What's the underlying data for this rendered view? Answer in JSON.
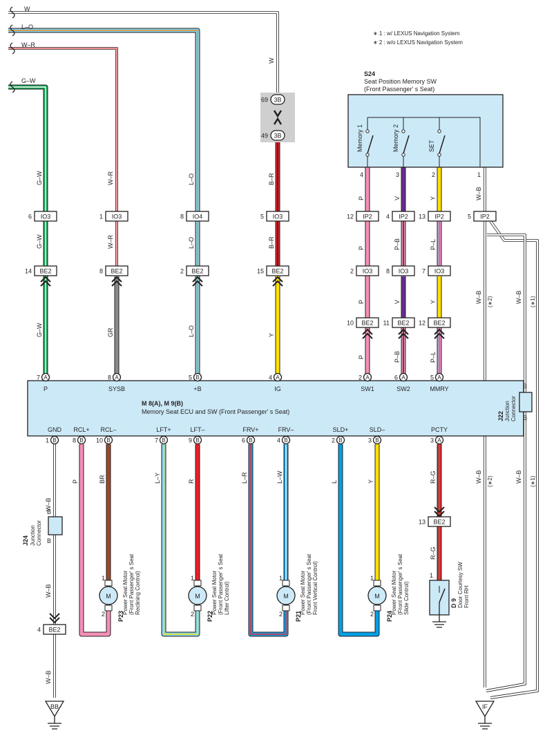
{
  "notes": [
    "∗ 1 : w/ LEXUS Navigation System",
    "∗ 2 : w/o LEXUS Navigation System"
  ],
  "colors": {
    "W": "#ffffff",
    "L-O": "#7fd3f2",
    "W-R": "#ffffff",
    "G-W": "#1aa65a",
    "GR": "#8c8c8c",
    "Y": "#ffe100",
    "P": "#f48fb9",
    "V": "#6a2c8f",
    "B-R": "#231f20",
    "W-B": "#ffffff",
    "BR": "#9b4a2b",
    "L-Y": "#7fd3f2",
    "R": "#e8202a",
    "L-R": "#1da1e8",
    "L-W": "#1da1e8",
    "L": "#00a0e6",
    "R-G": "#e8202a",
    "P-L": "#f48fb9",
    "P-B": "#f48fb9",
    "box_fill": "#cce9f7",
    "splice_fill": "#cfcfcf"
  },
  "ecu": {
    "code": "M 8(A), M 9(B)",
    "name": "Memory Seat ECU and SW (Front Passenger' s Seat)",
    "top_terms": [
      {
        "pin": "7",
        "conn": "A",
        "label": "P"
      },
      {
        "pin": "8",
        "conn": "A",
        "label": "SYSB"
      },
      {
        "pin": "5",
        "conn": "B",
        "label": "+B"
      },
      {
        "pin": "4",
        "conn": "A",
        "label": "IG"
      },
      {
        "pin": "2",
        "conn": "A",
        "label": "SW1"
      },
      {
        "pin": "6",
        "conn": "A",
        "label": "SW2"
      },
      {
        "pin": "5",
        "conn": "A",
        "label": "MMRY"
      }
    ],
    "bottom_terms": [
      {
        "pin": "1",
        "conn": "B",
        "label": "GND"
      },
      {
        "pin": "8",
        "conn": "B",
        "label": "RCL+"
      },
      {
        "pin": "10",
        "conn": "B",
        "label": "RCL–"
      },
      {
        "pin": "7",
        "conn": "B",
        "label": "LFT+"
      },
      {
        "pin": "9",
        "conn": "B",
        "label": "LFT–"
      },
      {
        "pin": "6",
        "conn": "B",
        "label": "FRV+"
      },
      {
        "pin": "4",
        "conn": "B",
        "label": "FRV–"
      },
      {
        "pin": "2",
        "conn": "B",
        "label": "SLD+"
      },
      {
        "pin": "3",
        "conn": "B",
        "label": "SLD–"
      },
      {
        "pin": "3",
        "conn": "A",
        "label": "PCTY"
      }
    ]
  },
  "s24": {
    "code": "S24",
    "name": "Seat Position Memory SW",
    "sub": "(Front Passenger' s Seat)",
    "switches": [
      "Memory 1",
      "Memory 2",
      "SET"
    ],
    "pins": [
      "4",
      "3",
      "2",
      "1"
    ]
  },
  "splice": {
    "top_pin": "69",
    "bottom_pin": "49",
    "conn": "3B"
  },
  "top_wires": [
    "W",
    "L–O",
    "W–R",
    "G–W"
  ],
  "wire_codes": {
    "gw": "G–W",
    "wr": "W–R",
    "lo": "L–O",
    "w": "W",
    "br": "B–R",
    "gr": "GR",
    "y": "Y",
    "p": "P",
    "v": "V",
    "pb": "P–B",
    "pl": "P–L",
    "wb": "W–B",
    "brn": "BR",
    "ly": "L–Y",
    "r": "R",
    "lr": "L–R",
    "lw": "L–W",
    "l": "L",
    "rg": "R–G"
  },
  "io3_row": [
    {
      "pin": "6",
      "conn": "IO3"
    },
    {
      "pin": "1",
      "conn": "IO3"
    },
    {
      "pin": "8",
      "conn": "IO4"
    },
    {
      "pin": "5",
      "conn": "IO3"
    },
    {
      "pin": "12",
      "conn": "IP2"
    },
    {
      "pin": "4",
      "conn": "IP2"
    },
    {
      "pin": "13",
      "conn": "IP2"
    },
    {
      "pin": "5",
      "conn": "IP2"
    }
  ],
  "be2_row": [
    {
      "pin": "14",
      "conn": "BE2"
    },
    {
      "pin": "8",
      "conn": "BE2"
    },
    {
      "pin": "2",
      "conn": "BE2"
    },
    {
      "pin": "15",
      "conn": "BE2"
    }
  ],
  "io3_row2": [
    {
      "pin": "2",
      "conn": "IO3"
    },
    {
      "pin": "8",
      "conn": "IO3"
    },
    {
      "pin": "7",
      "conn": "IO3"
    }
  ],
  "be2_row2": [
    {
      "pin": "10",
      "conn": "BE2"
    },
    {
      "pin": "11",
      "conn": "BE2"
    },
    {
      "pin": "12",
      "conn": "BE2"
    }
  ],
  "note_marks": {
    "n1": "(∗1)",
    "n2": "(∗2)"
  },
  "j22": {
    "code": "J22",
    "name": "Junction",
    "sub": "Connector",
    "pin": "B"
  },
  "j24": {
    "code": "J24",
    "name": "Junction",
    "sub": "Connector",
    "pin": "B"
  },
  "be2_lower": [
    {
      "pin": "4",
      "conn": "BE2"
    },
    {
      "pin": "13",
      "conn": "BE2"
    }
  ],
  "motors": [
    {
      "code": "P23",
      "line1": "Power Seat Motor",
      "line2": "(Front Passenger' s Seat",
      "line3": "Reclining Control)"
    },
    {
      "code": "P22",
      "line1": "Power Seat Motor",
      "line2": "(Front Passenger' s Seat",
      "line3": "Lifter Control)"
    },
    {
      "code": "P21",
      "line1": "Power Seat Motor",
      "line2": "(Front Passenger' s Seat",
      "line3": "Front Vertical Control)"
    },
    {
      "code": "P24",
      "line1": "Power Seat Motor",
      "line2": "(Front Passenger' s Seat",
      "line3": "Slide Control)"
    }
  ],
  "motor_letter": "M",
  "motor_pins": [
    "1",
    "2"
  ],
  "door_sw": {
    "code": "D 9",
    "line1": "Door Courtesy SW",
    "line2": "Front RH",
    "pin": "1"
  },
  "grounds": [
    "BB",
    "IF"
  ]
}
